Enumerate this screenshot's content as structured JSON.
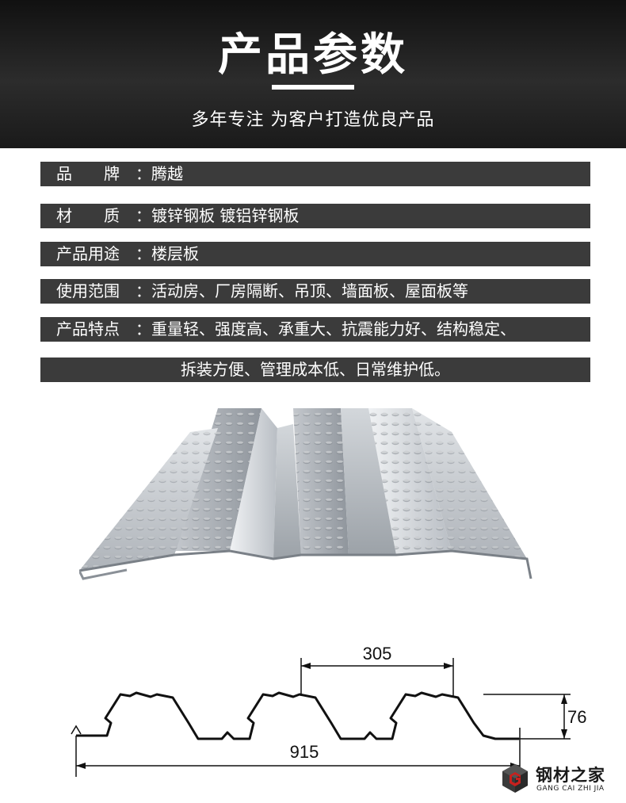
{
  "header": {
    "title": "产品参数",
    "subtitle": "多年专注 为客户打造优良产品"
  },
  "specs": [
    {
      "label": "品　　牌",
      "value": "腾越"
    },
    {
      "label": "材　　质",
      "value": "镀锌钢板 镀铝锌钢板"
    },
    {
      "label": "产品用途",
      "value": "楼层板"
    },
    {
      "label": "使用范围",
      "value": "活动房、厂房隔断、吊顶、墙面板、屋面板等"
    },
    {
      "label": "产品特点",
      "value": "重量轻、强度高、承重大、抗震能力好、结构稳定、"
    }
  ],
  "specs_continuation": "拆装方便、管理成本低、日常维护低。",
  "separator": "：",
  "diagram": {
    "pitch_label": "305",
    "height_label": "76",
    "width_label": "915"
  },
  "brand": {
    "name_cn": "钢材之家",
    "name_en": "GANG CAI ZHI JIA"
  },
  "colors": {
    "header_bg": "#1f1f1f",
    "spec_bar": "#3b3b3b",
    "text_light": "#ffffff",
    "logo_red": "#c8201e"
  }
}
